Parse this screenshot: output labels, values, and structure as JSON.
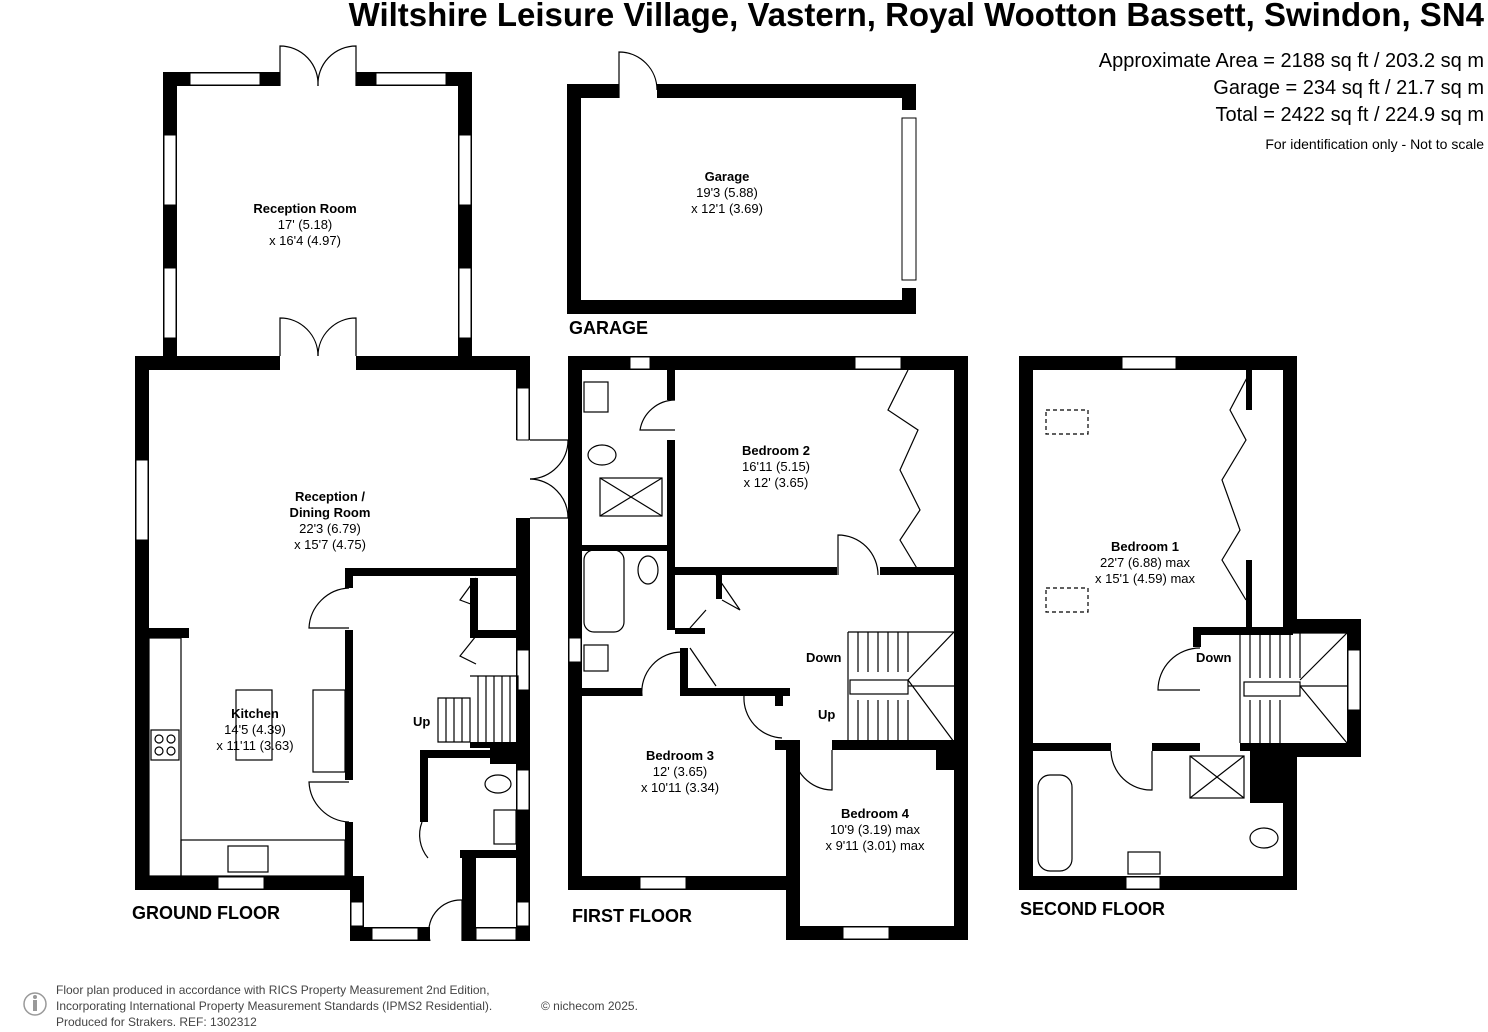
{
  "header": {
    "title": "Wiltshire Leisure Village, Vastern, Royal Wootton Bassett, Swindon, SN4",
    "area_lines": [
      "Approximate Area = 2188 sq ft / 203.2 sq m",
      "Garage = 234 sq ft / 21.7 sq m",
      "Total = 2422 sq ft / 224.9 sq m"
    ],
    "disclaimer": "For identification only - Not to scale"
  },
  "floors": {
    "ground": "GROUND FLOOR",
    "first": "FIRST FLOOR",
    "second": "SECOND FLOOR",
    "garage": "GARAGE"
  },
  "rooms": {
    "reception_room": {
      "name": "Reception Room",
      "dim1": "17' (5.18)",
      "dim2": "x 16'4 (4.97)"
    },
    "garage": {
      "name": "Garage",
      "dim1": "19'3 (5.88)",
      "dim2": "x 12'1 (3.69)"
    },
    "reception_dining": {
      "name1": "Reception /",
      "name2": "Dining Room",
      "dim1": "22'3 (6.79)",
      "dim2": "x 15'7 (4.75)"
    },
    "kitchen": {
      "name": "Kitchen",
      "dim1": "14'5 (4.39)",
      "dim2": "x 11'11 (3.63)"
    },
    "bedroom2": {
      "name": "Bedroom 2",
      "dim1": "16'11 (5.15)",
      "dim2": "x 12' (3.65)"
    },
    "bedroom3": {
      "name": "Bedroom 3",
      "dim1": "12' (3.65)",
      "dim2": "x 10'11 (3.34)"
    },
    "bedroom4": {
      "name": "Bedroom 4",
      "dim1": "10'9 (3.19) max",
      "dim2": "x 9'11 (3.01) max"
    },
    "bedroom1": {
      "name": "Bedroom 1",
      "dim1": "22'7 (6.88) max",
      "dim2": "x 15'1 (4.59) max"
    }
  },
  "stairs": {
    "ground_up": "Up",
    "first_down": "Down",
    "first_up": "Up",
    "second_down": "Down"
  },
  "footer": {
    "line1": "Floor plan produced in accordance with RICS Property Measurement 2nd Edition,",
    "line2": "Incorporating International Property Measurement Standards (IPMS2 Residential).",
    "line3": "Produced for Strakers.   REF: 1302312",
    "copyright": "© nichecom 2025."
  }
}
